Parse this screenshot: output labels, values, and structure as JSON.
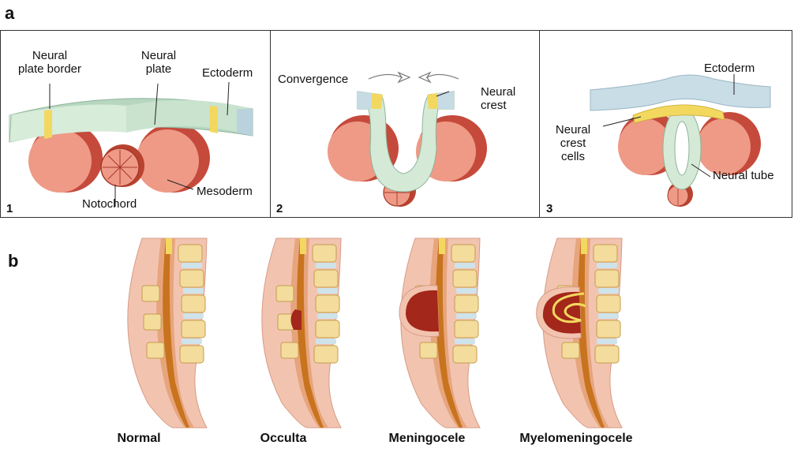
{
  "section_a": {
    "letter": "a",
    "panels": [
      {
        "number": "1",
        "labels": {
          "neural_plate_border": "Neural\nplate border",
          "neural_plate": "Neural\nplate",
          "ectoderm": "Ectoderm",
          "notochord": "Notochord",
          "mesoderm": "Mesoderm"
        }
      },
      {
        "number": "2",
        "labels": {
          "convergence": "Convergence",
          "neural_crest": "Neural\ncrest"
        }
      },
      {
        "number": "3",
        "labels": {
          "ectoderm": "Ectoderm",
          "neural_crest_cells": "Neural\ncrest\ncells",
          "neural_tube": "Neural tube"
        }
      }
    ]
  },
  "section_b": {
    "letter": "b",
    "conditions": [
      "Normal",
      "Occulta",
      "Meningocele",
      "Myelomeningocele"
    ]
  },
  "colors": {
    "ectoderm_green": "#cfe6d2",
    "ectoderm_blue": "#c9dde6",
    "neural_yellow": "#f3d860",
    "mesoderm_red": "#d9695a",
    "skin_pink": "#f2c4b0",
    "vertebra_yellow": "#f3dc9c",
    "cord_orange": "#c8731e",
    "sac_red": "#a3271a"
  }
}
